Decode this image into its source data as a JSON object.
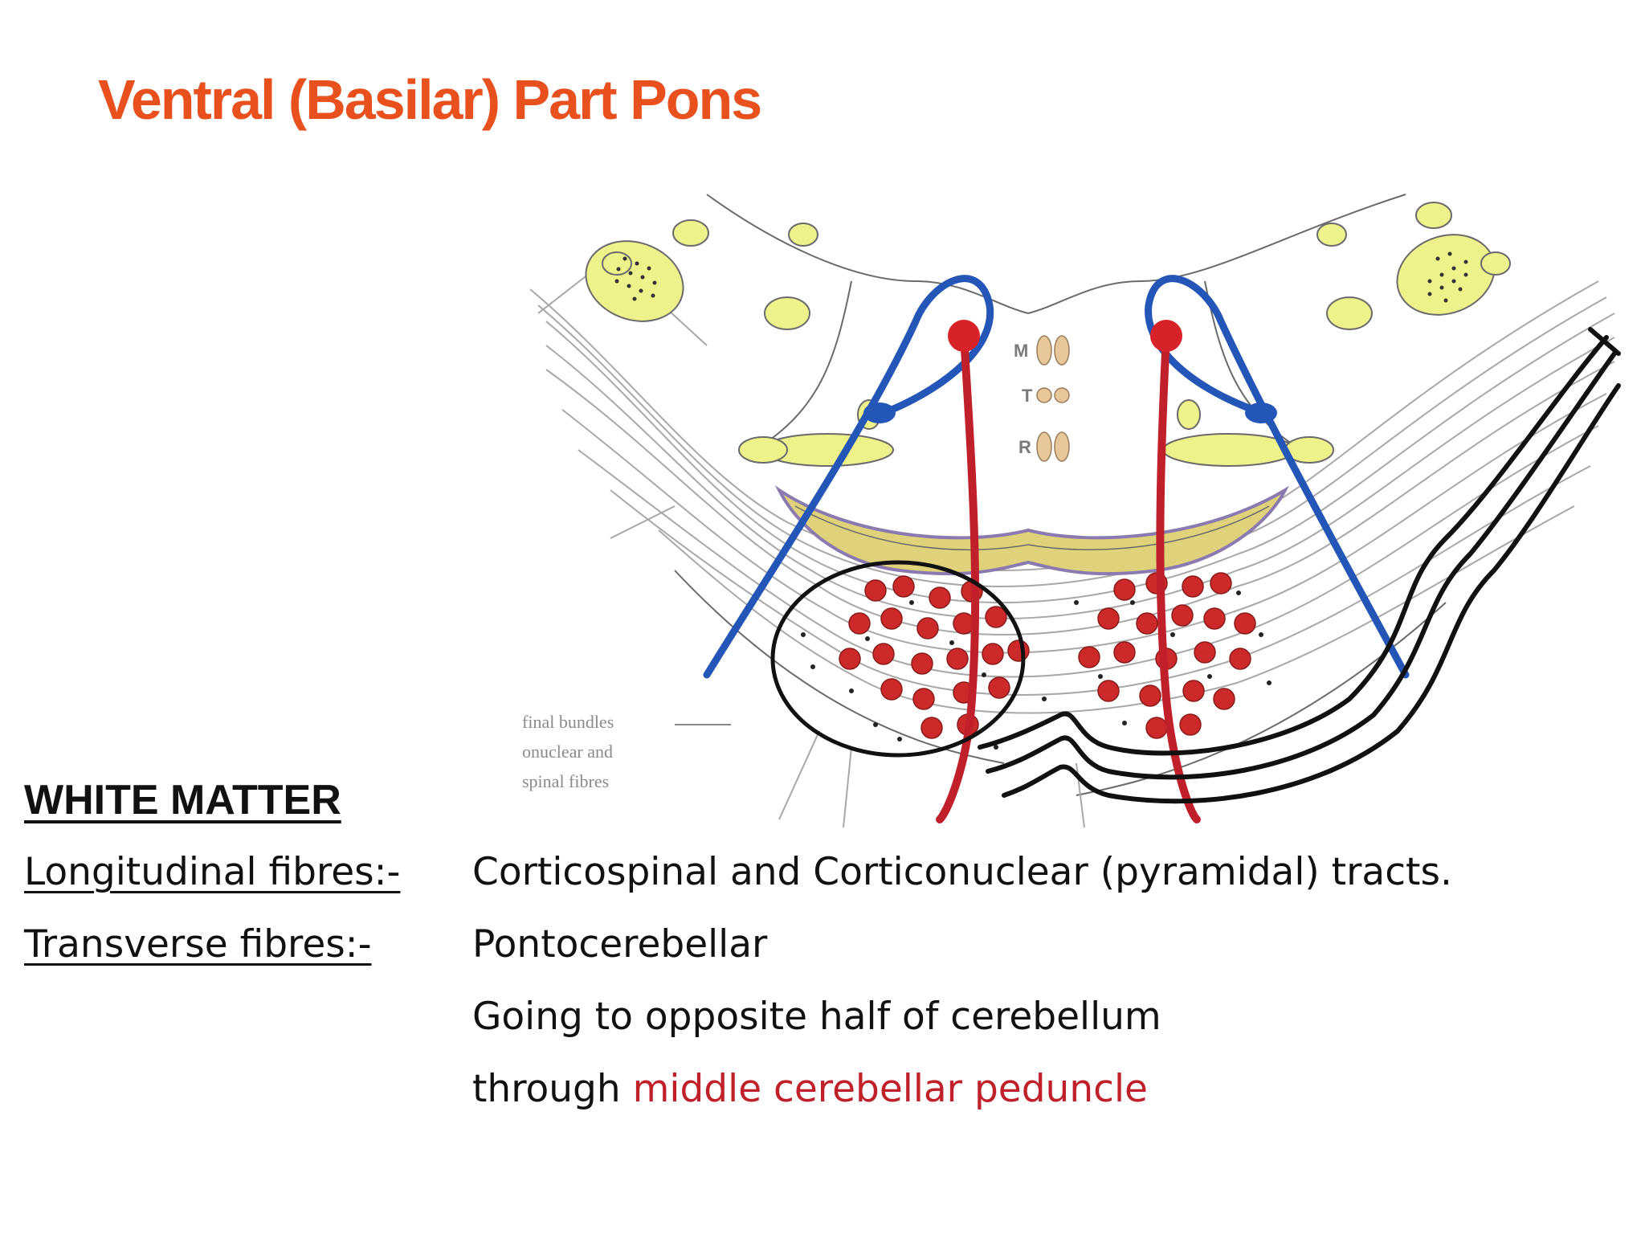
{
  "slide": {
    "title": "Ventral (Basilar) Part Pons"
  },
  "diagram": {
    "labels": {
      "line1": "final bundles",
      "line2": "onuclear and",
      "line3": "spinal fibres"
    },
    "nucleus_letters": {
      "m": "M",
      "t": "T",
      "r": "R"
    },
    "colors": {
      "corticospinal_tract": "#c0202a",
      "blue_tract": "#2456b8",
      "nuclei_yellow": "#eef28a",
      "lemniscus_band": "#e0d27a",
      "transverse_fibres": "#111111"
    }
  },
  "content": {
    "heading": "WHITE MATTER",
    "rows": [
      {
        "term": "Longitudinal fibres:-",
        "desc": "Corticospinal and Corticonuclear (pyramidal) tracts."
      },
      {
        "term": "Transverse fibres:-",
        "desc": "Pontocerebellar"
      },
      {
        "term": "",
        "desc": "Going to opposite half of cerebellum"
      }
    ],
    "last_line": {
      "prefix": "through ",
      "highlight": "middle cerebellar peduncle"
    },
    "colors": {
      "title": "#e8501e",
      "highlight": "#c0202a",
      "text": "#111111"
    }
  }
}
